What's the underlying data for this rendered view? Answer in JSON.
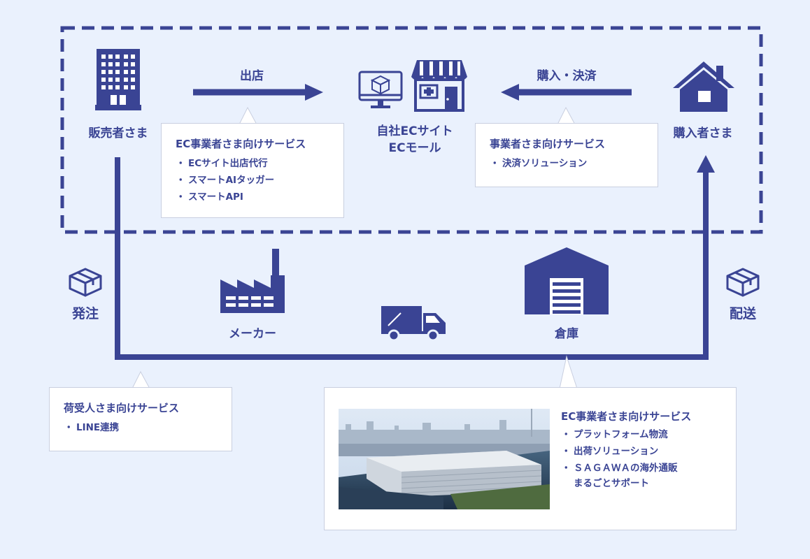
{
  "diagram": {
    "seller": {
      "label": "販売者さま"
    },
    "buyer": {
      "label": "購入者さま"
    },
    "ec_site": {
      "line1": "自社ECサイト",
      "line2": "ECモール"
    },
    "arrow_listing": {
      "label": "出店"
    },
    "arrow_purchase": {
      "label": "購入・決済"
    },
    "order": {
      "label": "発注"
    },
    "delivery": {
      "label": "配送"
    },
    "maker": {
      "label": "メーカー"
    },
    "warehouse": {
      "label": "倉庫"
    },
    "box_ec_services": {
      "title": "EC事業者さま向けサービス",
      "items": [
        "ECサイト出店代行",
        "スマートAIタッガー",
        "スマートAPI"
      ]
    },
    "box_business_services": {
      "title": "事業者さま向けサービス",
      "items": [
        "決済ソリューション"
      ]
    },
    "box_consignee_services": {
      "title": "荷受人さま向けサービス",
      "items": [
        "LINE連携"
      ]
    },
    "box_logistics_services": {
      "title": "EC事業者さま向けサービス",
      "items": [
        "プラットフォーム物流",
        "出荷ソリューション",
        "ＳＡＧＡＷＡの海外通販",
        "まるごとサポート"
      ]
    },
    "bullet": "・"
  },
  "colors": {
    "primary": "#3a4494",
    "background": "#eaf1fd",
    "box": "#ffffff"
  },
  "icons": [
    "office-building-icon",
    "store-icon",
    "monitor-icon",
    "house-icon",
    "package-icon",
    "factory-icon",
    "truck-icon",
    "warehouse-icon"
  ]
}
